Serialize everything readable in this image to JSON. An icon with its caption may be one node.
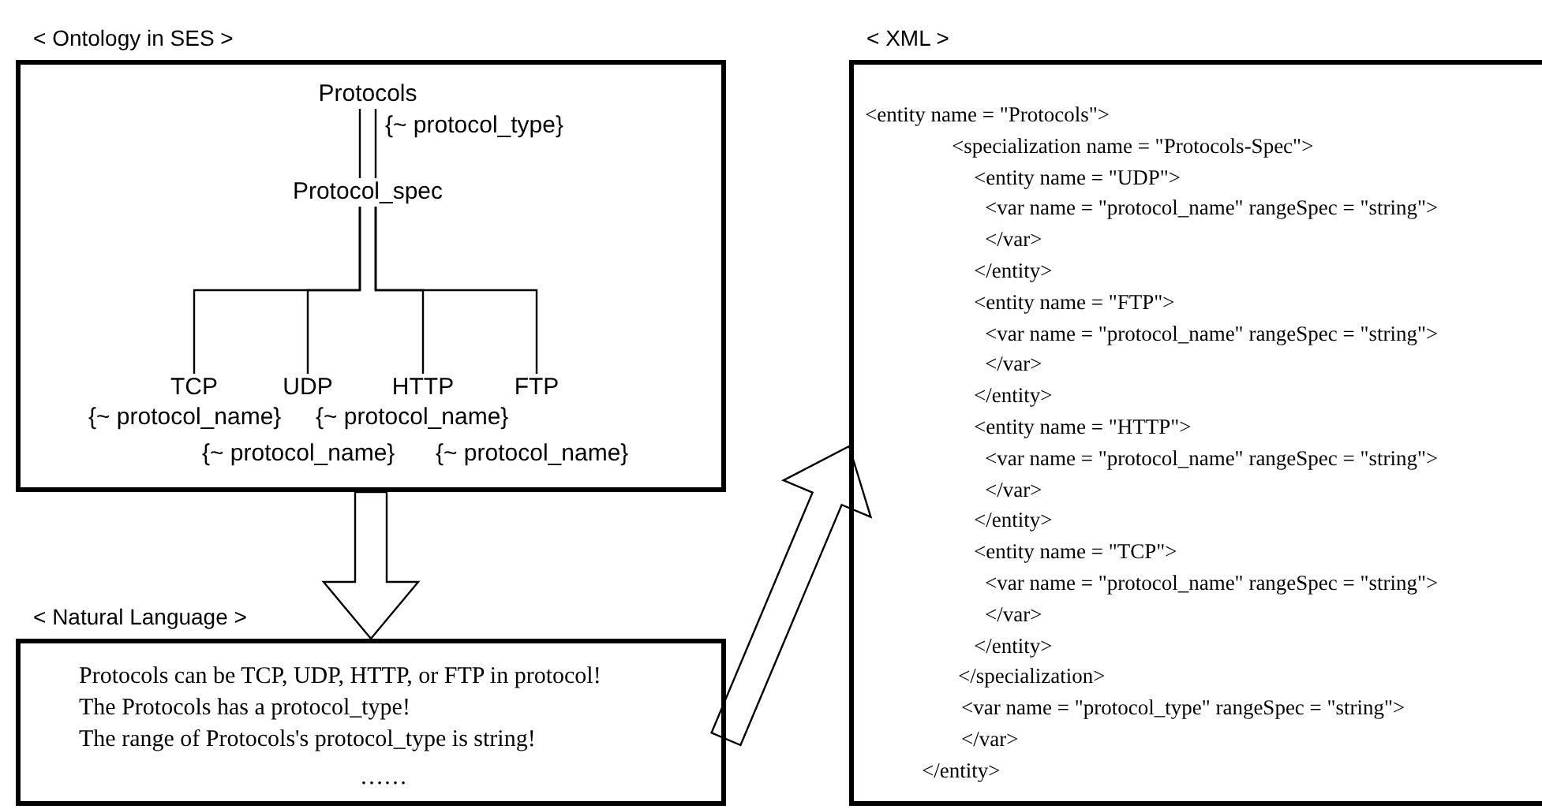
{
  "diagram": {
    "nodes": [
      {
        "text": [
          "< Ontology in SES >"
        ]
      },
      {
        "text": [
          "Protocols"
        ],
        "in": 0,
        "beside": [
          "{~ protocol_type}"
        ]
      },
      {
        "text": [
          "Protocol_spec"
        ],
        "in": 0
      },
      {
        "text": [
          "TCP"
        ],
        "in": 0,
        "beside": [
          "{~ protocol_name}"
        ]
      },
      {
        "text": [
          "UDP"
        ],
        "in": 0,
        "beside": [
          "{~ protocol_name}"
        ]
      },
      {
        "text": [
          "HTTP"
        ],
        "in": 0,
        "beside": [
          "{~ protocol_name}"
        ]
      },
      {
        "text": [
          "FTP"
        ],
        "in": 0,
        "beside": [
          "{~ protocol_name}"
        ]
      },
      {
        "text": [
          "< Natural Language >",
          "Protocols can be TCP, UDP, HTTP, or FTP in protocol!",
          "The Protocols has a protocol_type!",
          "The range of Protocols's protocol_type is string!",
          "……"
        ]
      },
      {
        "text": [
          "< XML >",
          "<entity name = \"Protocols\">",
          "<specialization name = \"Protocols-Spec\">",
          "<entity name = \"UDP\">",
          "<var name = \"protocol_name\" rangeSpec = \"string\">",
          "</var>",
          "</entity>",
          "<entity name = \"FTP\">",
          "<var name = \"protocol_name\" rangeSpec = \"string\">",
          "</var>",
          "</entity>",
          "<entity name = \"HTTP\">",
          "<var name = \"protocol_name\" rangeSpec = \"string\">",
          "</var>",
          "</entity>",
          "<entity name = \"TCP\">",
          "<var name = \"protocol_name\" rangeSpec = \"string\">",
          "</var>",
          "</entity>",
          "</specialization>",
          "<var name = \"protocol_type\" rangeSpec = \"string\">",
          "</var>",
          "</entity>"
        ]
      }
    ],
    "edges": [
      {
        "from": 1,
        "to": 2,
        "arrow": "none"
      },
      {
        "from": 2,
        "to": 3,
        "arrow": "none"
      },
      {
        "from": 2,
        "to": 4,
        "arrow": "none"
      },
      {
        "from": 2,
        "to": 5,
        "arrow": "none"
      },
      {
        "from": 2,
        "to": 6,
        "arrow": "none"
      },
      {
        "from": 0,
        "to": 7,
        "arrow": "to",
        "style": "thick"
      },
      {
        "from": 7,
        "to": 8,
        "arrow": "to",
        "style": "thick"
      }
    ]
  }
}
